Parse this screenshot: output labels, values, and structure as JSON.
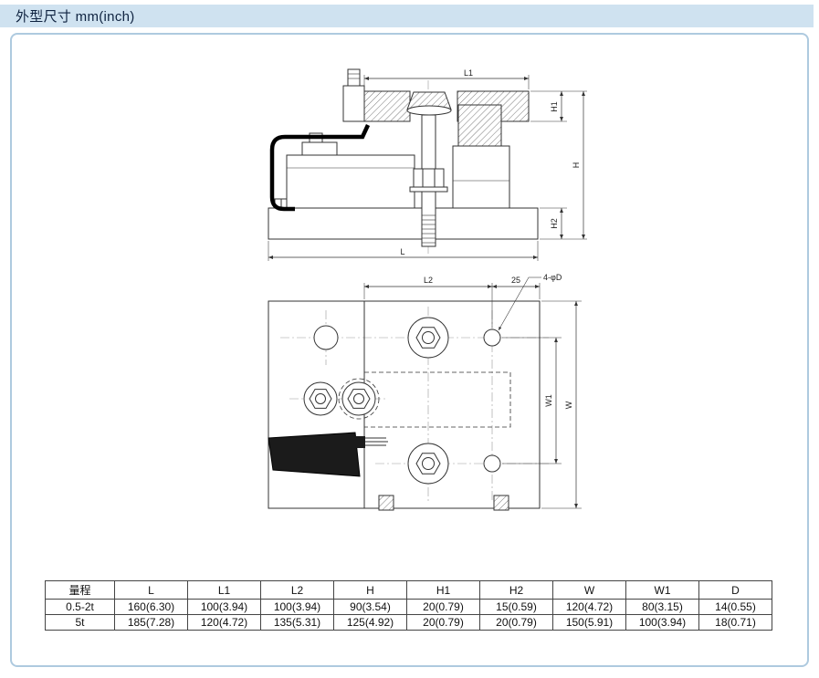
{
  "header": {
    "title": "外型尺寸 mm(inch)"
  },
  "drawing": {
    "side_view": {
      "dim_l1": "L1",
      "dim_h1": "H1",
      "dim_h": "H",
      "dim_h2": "H2",
      "dim_l": "L"
    },
    "plan_view": {
      "dim_l2": "L2",
      "dim_offset": "25",
      "hole_callout": "4-φD",
      "dim_w1": "W1",
      "dim_w": "W"
    }
  },
  "table": {
    "headers": [
      "量程",
      "L",
      "L1",
      "L2",
      "H",
      "H1",
      "H2",
      "W",
      "W1",
      "D"
    ],
    "rows": [
      [
        "0.5-2t",
        "160(6.30)",
        "100(3.94)",
        "100(3.94)",
        "90(3.54)",
        "20(0.79)",
        "15(0.59)",
        "120(4.72)",
        "80(3.15)",
        "14(0.55)"
      ],
      [
        "5t",
        "185(7.28)",
        "120(4.72)",
        "135(5.31)",
        "125(4.92)",
        "20(0.79)",
        "20(0.79)",
        "150(5.91)",
        "100(3.94)",
        "18(0.71)"
      ]
    ]
  }
}
